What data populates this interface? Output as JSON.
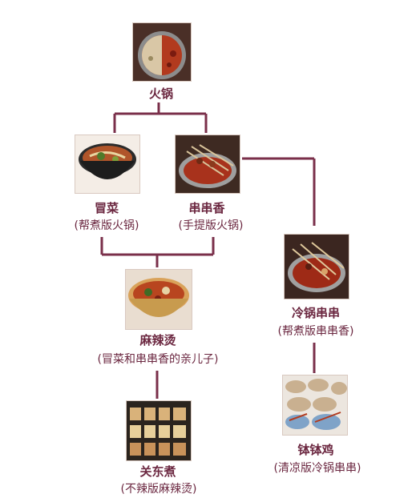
{
  "line_color": "#7a2f4a",
  "text_color": "#6b2740",
  "nodes": {
    "huoguo": {
      "name": "火锅",
      "sub": ""
    },
    "maocai": {
      "name": "冒菜",
      "sub": "(帮煮版火锅)"
    },
    "chuanchuanxiang": {
      "name": "串串香",
      "sub": "(手提版火锅)"
    },
    "malatang": {
      "name": "麻辣烫",
      "sub": "(冒菜和串串香的亲儿子)"
    },
    "guandongzhu": {
      "name": "关东煮",
      "sub": "(不辣版麻辣烫)"
    },
    "lengguo": {
      "name": "冷锅串串",
      "sub": "(帮煮版串串香)"
    },
    "bobo": {
      "name": "钵钵鸡",
      "sub": "(清凉版冷锅串串)"
    }
  },
  "icons": {
    "huoguo": "hotpot-photo-icon",
    "maocai": "maocai-bowl-photo-icon",
    "chuanchuanxiang": "skewers-pot-photo-icon",
    "malatang": "malatang-bowl-photo-icon",
    "guandongzhu": "oden-tray-photo-icon",
    "lengguo": "cold-pot-skewers-photo-icon",
    "bobo": "bobo-chicken-bowls-photo-icon"
  }
}
